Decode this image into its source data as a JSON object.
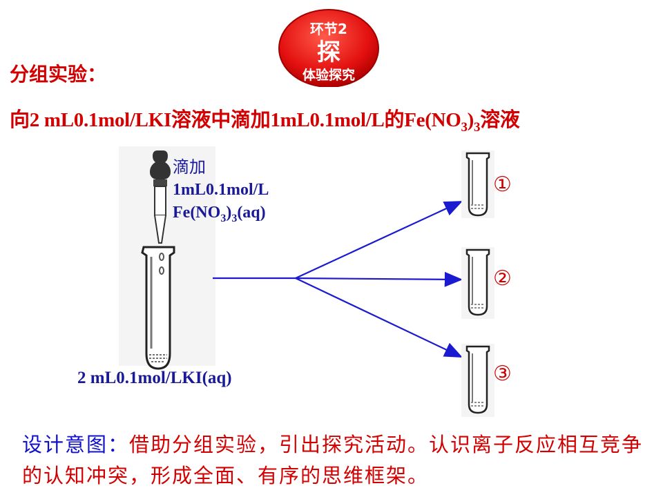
{
  "badge": {
    "line1": "环节2",
    "line2": "探",
    "line3": "体验探究"
  },
  "section_title": "分组实验：",
  "procedure": {
    "part1": "向2 mL0.1mol/LKI溶液中滴加1mL0.1mol/L的Fe(NO",
    "sub1": "3",
    "part2": ")",
    "sub2": "3",
    "part3": "溶液"
  },
  "dropper_label": {
    "line1": "滴加",
    "line2": "1mL0.1mol/L",
    "line3_a": "Fe(NO",
    "line3_sub1": "3",
    "line3_b": ")",
    "line3_sub2": "3",
    "line3_c": "(aq)"
  },
  "tube_label": "2 mL0.1mol/LKI(aq)",
  "tube_numbers": [
    "①",
    "②",
    "③"
  ],
  "design_intent": {
    "head": "设计意图：",
    "body": "借助分组实验，引出探究活动。认识离子反应相互竞争的认知冲突，形成全面、有序的思维框架。"
  },
  "colors": {
    "red": "#d20000",
    "blue": "#1a1a99",
    "arrow": "#1a1ad0",
    "badge": "#e31010"
  }
}
